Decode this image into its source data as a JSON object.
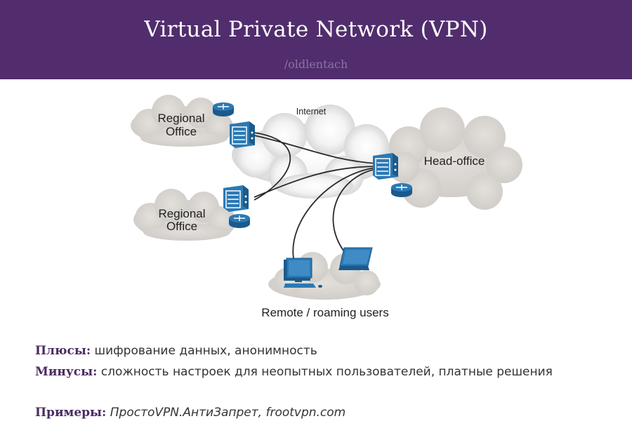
{
  "header": {
    "title": "Virtual Private Network (VPN)",
    "subtitle": "/oldlentach"
  },
  "diagram": {
    "internet_label": "Internet",
    "regional_office_top": [
      "Regional",
      "Office"
    ],
    "regional_office_bottom": [
      "Regional",
      "Office"
    ],
    "head_office": "Head-office",
    "remote_users": "Remote / roaming users"
  },
  "notes": {
    "pros_label": "Плюсы:",
    "pros_text": "шифрование данных, анонимность",
    "cons_label": "Минусы:",
    "cons_text": "сложность настроек для неопытных пользователей, платные решения",
    "examples_label": "Примеры:",
    "examples_text": "ПростоVPN.АнтиЗапрет, frootvpn.com"
  },
  "colors": {
    "header_bg": "#512d6d",
    "label_purple": "#4a2b63",
    "device_blue": "#1f6aa6",
    "cloud_gray": "#d8d4cf"
  }
}
